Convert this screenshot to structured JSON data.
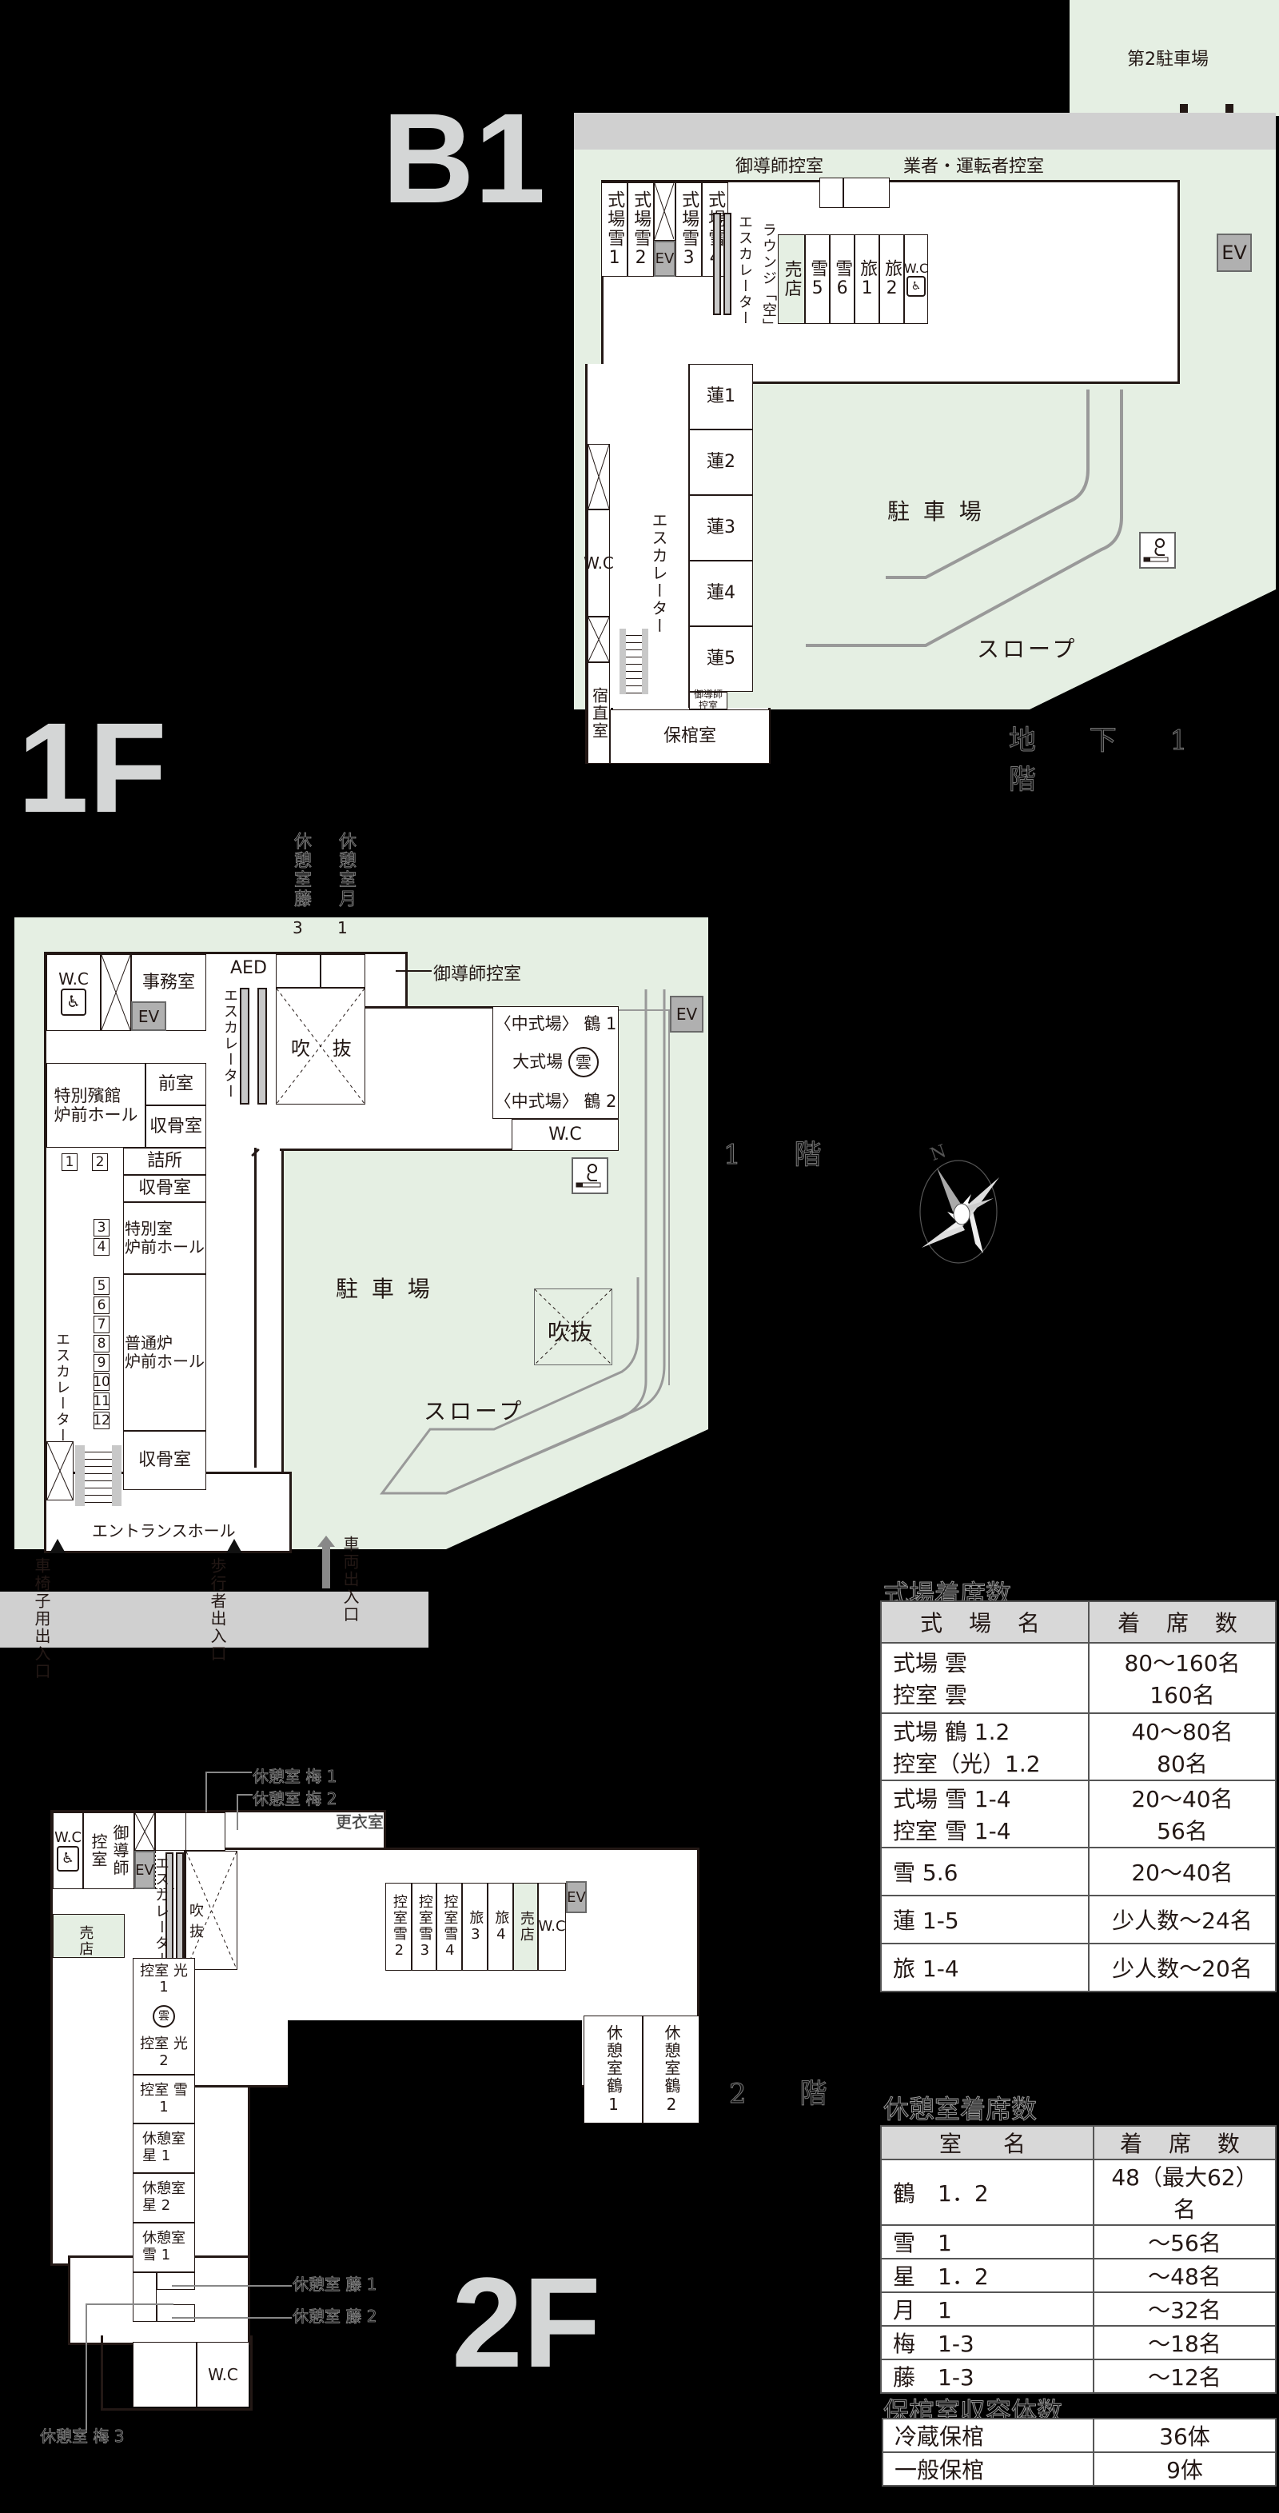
{
  "floors": {
    "b1": {
      "label": "B1",
      "jp_label": "地 下 1 階",
      "parking2": "第2駐車場",
      "rooms": {
        "guide_waiting": "御導師控室",
        "vendor_waiting": "業者・運転者控室",
        "hall_snow1": "式場雪1",
        "hall_snow2": "式場雪2",
        "ev": "EV",
        "hall_snow3": "式場雪3",
        "hall_snow4": "式場雪4",
        "escalator": "エスカレーター",
        "lounge": "ラウンジ「空」",
        "shop": "売店",
        "snow5": "雪5",
        "snow6": "雪6",
        "tabi1": "旅1",
        "tabi2": "旅2",
        "wc": "W.C",
        "ren1": "蓮1",
        "ren2": "蓮2",
        "ren3": "蓮3",
        "ren4": "蓮4",
        "ren5": "蓮5",
        "guide_waiting_small": "御導師控室",
        "night_duty": "宿直室",
        "coffin_storage": "保棺室",
        "wc_left": "W.C",
        "escalator_left": "エスカレーター",
        "parking": "駐 車 場",
        "slope": "スロープ",
        "ev_outside": "EV"
      }
    },
    "f1": {
      "label": "1F",
      "jp_label": "1 階",
      "rooms": {
        "rest_fuji3": "休憩室藤",
        "rest_fuji3_num": "3",
        "rest_tsuki1": "休憩室月",
        "rest_tsuki1_num": "1",
        "wc": "W.C",
        "office": "事務室",
        "ev": "EV",
        "aed": "AED",
        "guide_waiting": "御導師控室",
        "escalator": "エスカレーター",
        "atrium": "吹 抜",
        "mid_hall_tsuru1": "〈中式場〉 鶴 1",
        "big_hall": "大式場",
        "big_hall_mark": "雲",
        "mid_hall_tsuru2": "〈中式場〉 鶴 2",
        "wc_right": "W.C",
        "ev_outside": "EV",
        "special_hall": "特別殯館\n炉前ホール",
        "anteroom": "前室",
        "bone_room1": "収骨室",
        "waiting_post": "詰所",
        "bone_room2": "収骨室",
        "special_room": "特別室\n炉前ホール",
        "normal_furnace": "普通炉\n炉前ホール",
        "bone_room3": "収骨室",
        "entrance_hall": "エントランスホール",
        "escalator_left": "エスカレーター",
        "parking": "駐 車 場",
        "atrium_outside": "吹抜",
        "slope": "スロープ",
        "wheelchair_entrance": "車椅子用出入口",
        "pedestrian_entrance": "歩行者出入口",
        "vehicle_entrance": "車両出入口",
        "furnace_numbers": [
          "1",
          "2",
          "3",
          "4",
          "5",
          "6",
          "7",
          "8",
          "9",
          "10",
          "11",
          "12"
        ]
      },
      "compass_label": "N"
    },
    "f2": {
      "label": "2F",
      "jp_label": "2 階",
      "rooms": {
        "rest_ume1": "休憩室 梅 1",
        "rest_ume2": "休憩室 梅 2",
        "changing": "更衣室",
        "wc": "W.C",
        "waiting_room": "控室",
        "guide": "御導師",
        "ev": "EV",
        "escalator": "エスカレーター",
        "atrium": "吹 抜",
        "wait_snow2": "控室雪2",
        "wait_snow3": "控室雪3",
        "wait_snow4": "控室雪4",
        "tabi3": "旅3",
        "tabi4": "旅4",
        "shop_right": "売店",
        "wc_right": "W.C",
        "ev_outside": "EV",
        "shop_left": "売店",
        "wait_hikari1": "控室 光 1",
        "hikari_mark": "雲",
        "wait_hikari2": "控室 光 2",
        "wait_snow1": "控室 雪 1",
        "rest_hoshi1": "休憩室\n星 1",
        "rest_hoshi2": "休憩室\n星 2",
        "rest_snow1": "休憩室\n雪 1",
        "rest_fuji1": "休憩室 藤 1",
        "rest_fuji2": "休憩室 藤 2",
        "rest_ume3": "休憩室 梅 3",
        "wc_bottom": "W.C",
        "rest_tsuru1": "休憩室鶴1",
        "rest_tsuru2": "休憩室鶴2"
      }
    }
  },
  "tables": {
    "hall_seats": {
      "title": "式場着席数",
      "headers": [
        "式 場 名",
        "着 席 数"
      ],
      "rows": [
        {
          "name": "式場 雲\n控室 雲",
          "value": "80～160名\n160名"
        },
        {
          "name": "式場 鶴 1.2\n控室（光）1.2",
          "value": "40～80名\n80名"
        },
        {
          "name": "式場 雪 1-4\n控室 雪 1-4",
          "value": "20～40名\n56名"
        },
        {
          "name": "雪 5.6",
          "value": "20～40名"
        },
        {
          "name": "蓮 1-5",
          "value": "少人数～24名"
        },
        {
          "name": "旅 1-4",
          "value": "少人数～20名"
        }
      ]
    },
    "rest_seats": {
      "title": "休憩室着席数",
      "headers": [
        "室　名",
        "着 席 数"
      ],
      "rows": [
        {
          "name": "鶴　1．2",
          "value": "48（最大62）名"
        },
        {
          "name": "雪　1",
          "value": "～56名"
        },
        {
          "name": "星　1．2",
          "value": "～48名"
        },
        {
          "name": "月　1",
          "value": "～32名"
        },
        {
          "name": "梅　1-3",
          "value": "～18名"
        },
        {
          "name": "藤　1-3",
          "value": "～12名"
        }
      ]
    },
    "coffin_capacity": {
      "title": "保棺室収容体数",
      "rows": [
        {
          "name": "冷蔵保棺",
          "value": "36体"
        },
        {
          "name": "一般保棺",
          "value": "9体"
        }
      ]
    }
  },
  "colors": {
    "background": "#000000",
    "grounds": "#e5efe3",
    "road": "#d0d0d0",
    "ev": "#b0b0b0",
    "floor_label": "#d4d6d6",
    "wall": "#231815"
  }
}
